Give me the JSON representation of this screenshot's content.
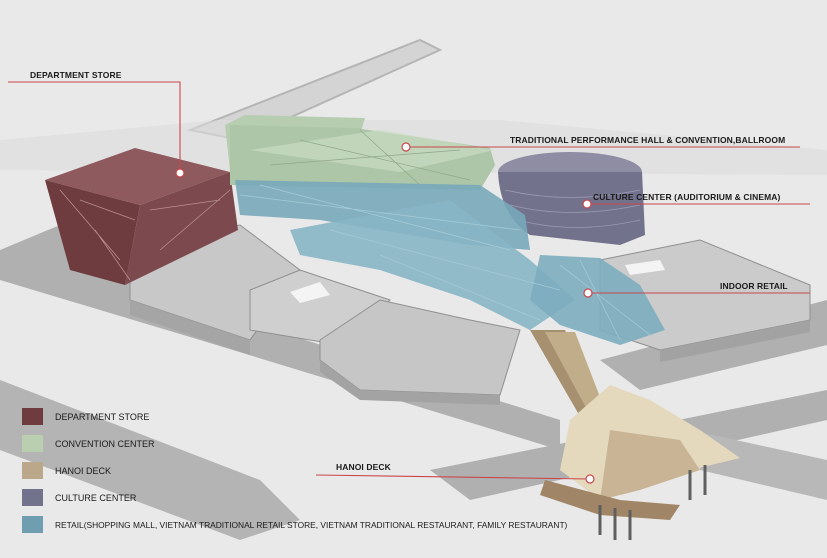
{
  "callouts": {
    "department_store": "DEPARTMENT STORE",
    "performance_hall": "TRADITIONAL PERFORMANCE HALL & CONVENTION,BALLROOM",
    "culture_center": "CULTURE CENTER (AUDITORIUM & CINEMA)",
    "indoor_retail": "INDOOR RETAIL",
    "hanoi_deck": "HANOI DECK"
  },
  "legend": [
    {
      "label": "DEPARTMENT STORE",
      "color": "#6e3b3e"
    },
    {
      "label": "CONVENTION CENTER",
      "color": "#b9cfaf"
    },
    {
      "label": "HANOI DECK",
      "color": "#bba78a"
    },
    {
      "label": "CULTURE CENTER",
      "color": "#73728d"
    },
    {
      "label": "RETAIL(SHOPPING MALL, VIETNAM TRADITIONAL RETAIL STORE, VIETNAM TRADITIONAL RESTAURANT, FAMILY RESTAURANT)",
      "color": "#6f9eb0"
    }
  ],
  "colors": {
    "leader_line": "#c9474c",
    "department_store": "#7a474b",
    "convention": "#b6cdb0",
    "retail": "#78a9ba",
    "culture": "#7d7c92",
    "deck": "#c9b596",
    "gray_block": "#c2c2c2",
    "road": "#a9a9a9",
    "ground": "#e9e9e9"
  }
}
